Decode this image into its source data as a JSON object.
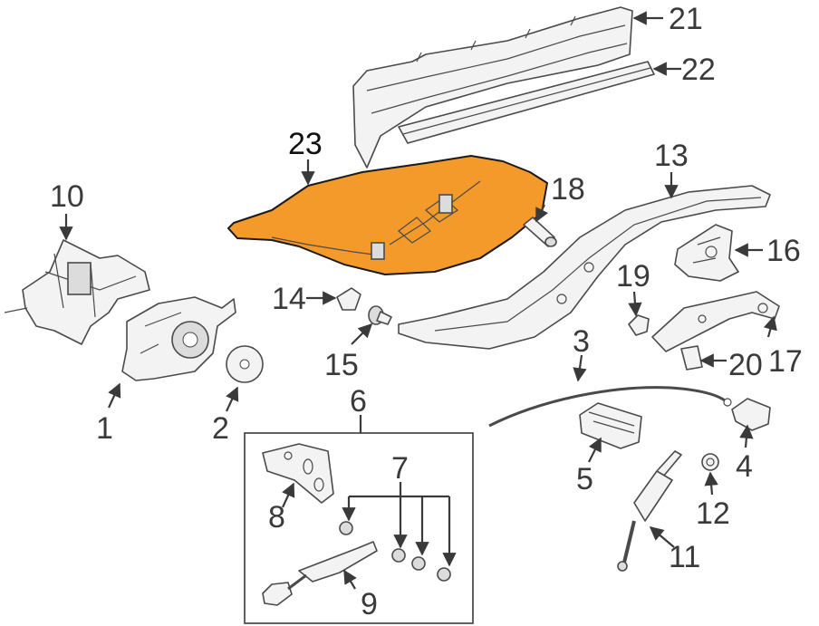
{
  "highlight_color": "#F39A2B",
  "callouts": {
    "c1": "1",
    "c2": "2",
    "c3": "3",
    "c4": "4",
    "c5": "5",
    "c6": "6",
    "c7": "7",
    "c8": "8",
    "c9": "9",
    "c10": "10",
    "c11": "11",
    "c12": "12",
    "c13": "13",
    "c14": "14",
    "c15": "15",
    "c16": "16",
    "c17": "17",
    "c18": "18",
    "c19": "19",
    "c20": "20",
    "c21": "21",
    "c22": "22",
    "c23": "23"
  }
}
